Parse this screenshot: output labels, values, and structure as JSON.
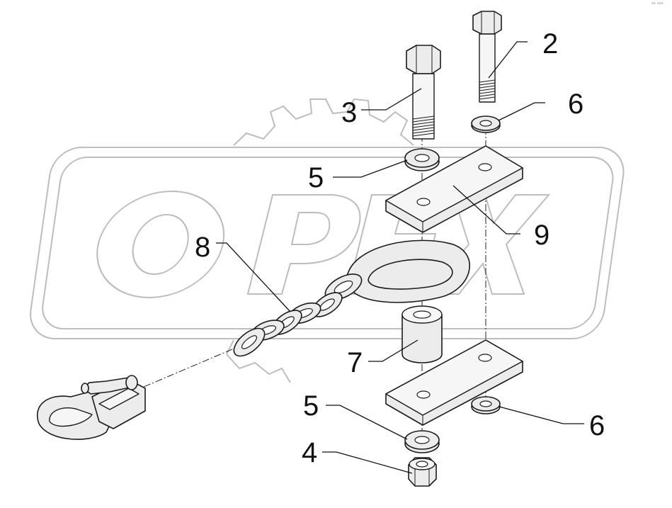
{
  "watermark": {
    "logo_text": "OPEX",
    "logo_color": "#bdbdbd"
  },
  "corner_mark": "°° °°°",
  "callouts": {
    "bolt_short": "2",
    "bolt_long": "3",
    "nut": "4",
    "washer_large": "5",
    "washer_large_lower": "5",
    "washer_small": "6",
    "washer_small_lower": "6",
    "spacer_tube": "7",
    "chain": "8",
    "clamp_plate": "9"
  },
  "colors": {
    "line": "#1a1a1a",
    "part_fill": "#ececec",
    "background": "#ffffff"
  }
}
